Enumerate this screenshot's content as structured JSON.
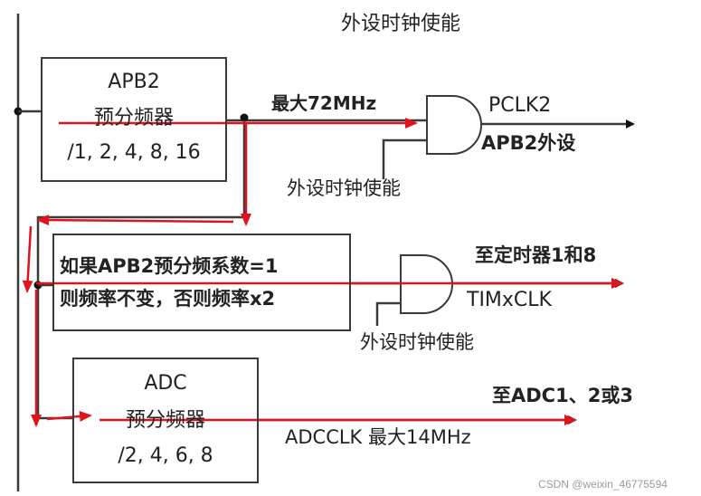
{
  "diagram": {
    "top_label": "外设时钟使能",
    "apb2_prescaler": {
      "title": "APB2",
      "subtitle": "预分频器",
      "divisors": "/1, 2, 4, 8, 16"
    },
    "apb2_output": {
      "max_label": "最大72MHz",
      "signal": "PCLK2",
      "target": "APB2外设",
      "enable_label": "外设时钟使能"
    },
    "timer_multiplier": {
      "line1": "如果APB2预分频系数=1",
      "line2": "则频率不变，否则频率x2"
    },
    "timer_output": {
      "target": "至定时器1和8",
      "signal": "TIMxCLK",
      "enable_label": "外设时钟使能"
    },
    "adc_prescaler": {
      "title": "ADC",
      "subtitle": "预分频器",
      "divisors": "/2, 4, 6, 8"
    },
    "adc_output": {
      "target": "至ADC1、2或3",
      "signal": "ADCCLK 最大14MHz"
    },
    "colors": {
      "line": "#3a3a3a",
      "highlight": "#e0141e",
      "background": "#ffffff"
    }
  },
  "watermark": "CSDN @weixin_46775594"
}
